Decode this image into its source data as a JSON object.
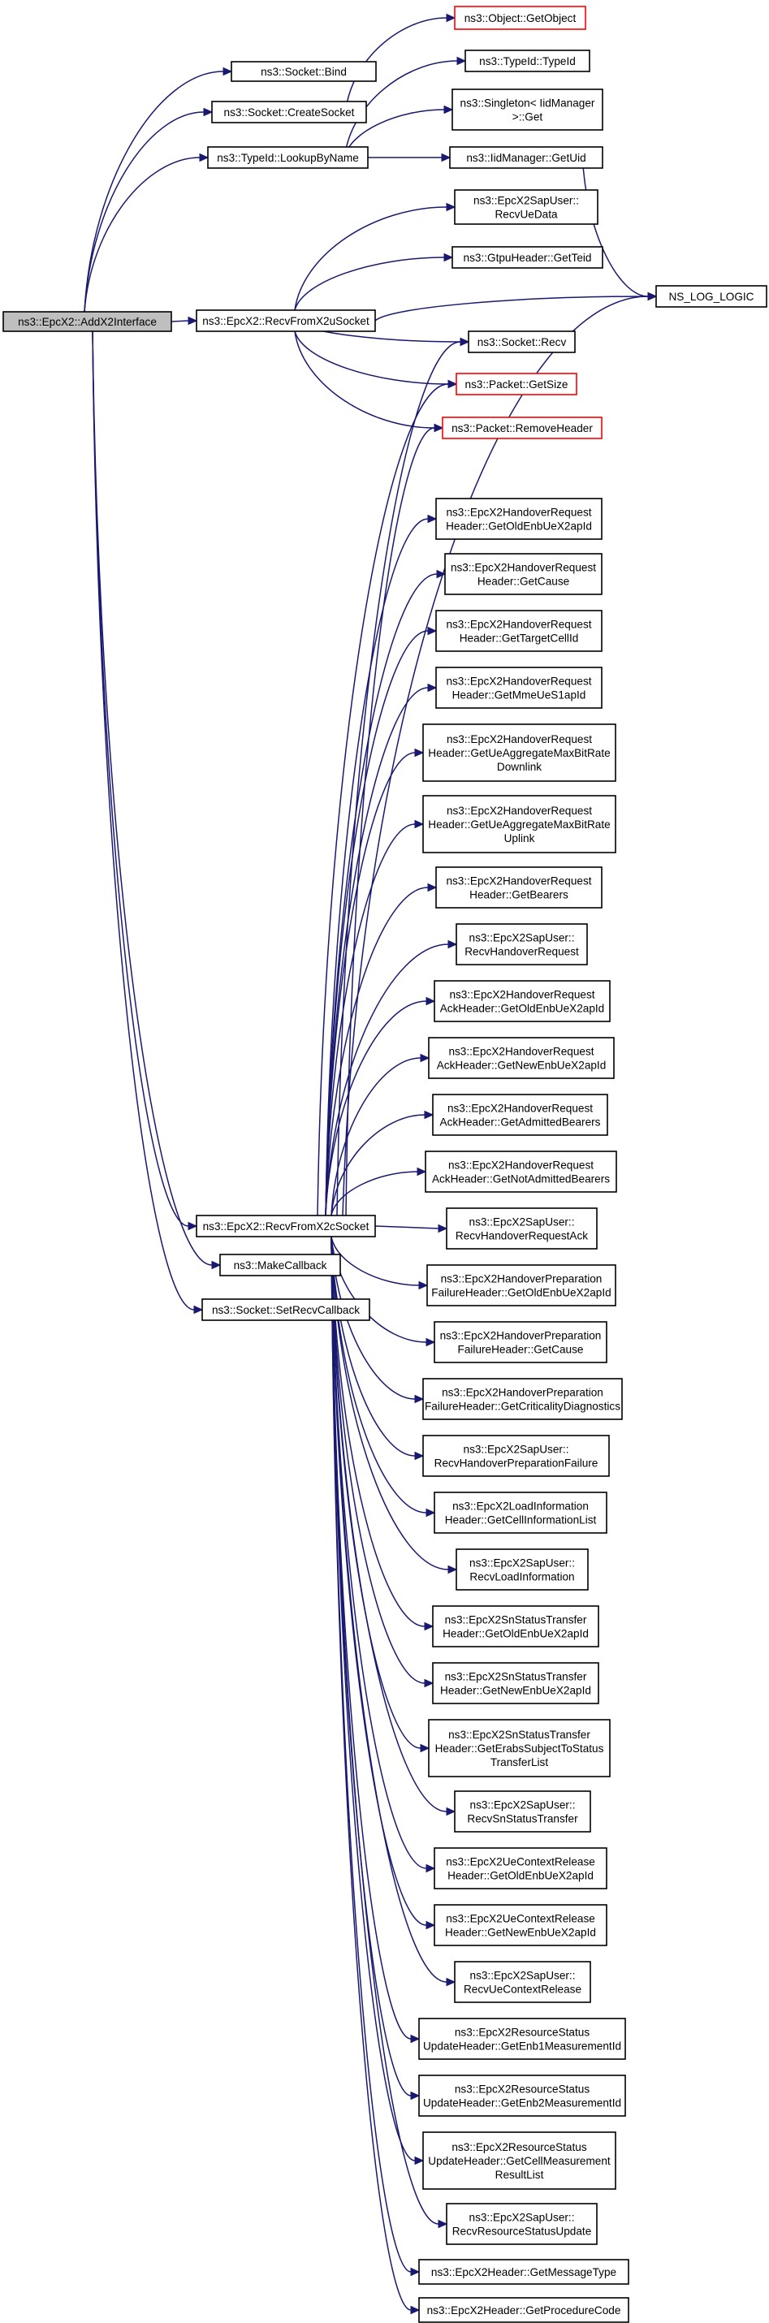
{
  "diagram": {
    "type": "call-graph",
    "root": "ns3::EpcX2::AddX2Interface",
    "colors": {
      "edge": "#191970",
      "root_fill": "#bfbfbf",
      "node_border": "#000000",
      "external_border": "#ff0000"
    },
    "nodes": [
      {
        "id": "root",
        "lines": [
          "ns3::EpcX2::AddX2Interface"
        ],
        "style": "root"
      },
      {
        "id": "getobject",
        "lines": [
          "ns3::Object::GetObject"
        ],
        "style": "red"
      },
      {
        "id": "bind",
        "lines": [
          "ns3::Socket::Bind"
        ],
        "style": "normal"
      },
      {
        "id": "createsocket",
        "lines": [
          "ns3::Socket::CreateSocket"
        ],
        "style": "normal"
      },
      {
        "id": "typeid",
        "lines": [
          "ns3::TypeId::TypeId"
        ],
        "style": "normal"
      },
      {
        "id": "singleton",
        "lines": [
          "ns3::Singleton< IidManager",
          " >::Get"
        ],
        "style": "normal"
      },
      {
        "id": "lookup",
        "lines": [
          "ns3::TypeId::LookupByName"
        ],
        "style": "normal"
      },
      {
        "id": "getuid",
        "lines": [
          "ns3::IidManager::GetUid"
        ],
        "style": "normal"
      },
      {
        "id": "recvuedata",
        "lines": [
          "ns3::EpcX2SapUser::",
          "RecvUeData"
        ],
        "style": "normal"
      },
      {
        "id": "gettied",
        "lines": [
          "ns3::GtpuHeader::GetTeid"
        ],
        "style": "normal"
      },
      {
        "id": "nslog",
        "lines": [
          "NS_LOG_LOGIC"
        ],
        "style": "normal"
      },
      {
        "id": "x2u",
        "lines": [
          "ns3::EpcX2::RecvFromX2uSocket"
        ],
        "style": "normal"
      },
      {
        "id": "recv",
        "lines": [
          "ns3::Socket::Recv"
        ],
        "style": "normal"
      },
      {
        "id": "getsize",
        "lines": [
          "ns3::Packet::GetSize"
        ],
        "style": "red"
      },
      {
        "id": "removeheader",
        "lines": [
          "ns3::Packet::RemoveHeader"
        ],
        "style": "red"
      },
      {
        "id": "n1",
        "lines": [
          "ns3::EpcX2HandoverRequest",
          "Header::GetOldEnbUeX2apId"
        ],
        "style": "normal"
      },
      {
        "id": "n2",
        "lines": [
          "ns3::EpcX2HandoverRequest",
          "Header::GetCause"
        ],
        "style": "normal"
      },
      {
        "id": "n3",
        "lines": [
          "ns3::EpcX2HandoverRequest",
          "Header::GetTargetCellId"
        ],
        "style": "normal"
      },
      {
        "id": "n4",
        "lines": [
          "ns3::EpcX2HandoverRequest",
          "Header::GetMmeUeS1apId"
        ],
        "style": "normal"
      },
      {
        "id": "n5",
        "lines": [
          "ns3::EpcX2HandoverRequest",
          "Header::GetUeAggregateMaxBitRate",
          "Downlink"
        ],
        "style": "normal"
      },
      {
        "id": "n6",
        "lines": [
          "ns3::EpcX2HandoverRequest",
          "Header::GetUeAggregateMaxBitRate",
          "Uplink"
        ],
        "style": "normal"
      },
      {
        "id": "n7",
        "lines": [
          "ns3::EpcX2HandoverRequest",
          "Header::GetBearers"
        ],
        "style": "normal"
      },
      {
        "id": "n8",
        "lines": [
          "ns3::EpcX2SapUser::",
          "RecvHandoverRequest"
        ],
        "style": "normal"
      },
      {
        "id": "n9",
        "lines": [
          "ns3::EpcX2HandoverRequest",
          "AckHeader::GetOldEnbUeX2apId"
        ],
        "style": "normal"
      },
      {
        "id": "n10",
        "lines": [
          "ns3::EpcX2HandoverRequest",
          "AckHeader::GetNewEnbUeX2apId"
        ],
        "style": "normal"
      },
      {
        "id": "n11",
        "lines": [
          "ns3::EpcX2HandoverRequest",
          "AckHeader::GetAdmittedBearers"
        ],
        "style": "normal"
      },
      {
        "id": "n12",
        "lines": [
          "ns3::EpcX2HandoverRequest",
          "AckHeader::GetNotAdmittedBearers"
        ],
        "style": "normal"
      },
      {
        "id": "x2c",
        "lines": [
          "ns3::EpcX2::RecvFromX2cSocket"
        ],
        "style": "normal"
      },
      {
        "id": "n13",
        "lines": [
          "ns3::EpcX2SapUser::",
          "RecvHandoverRequestAck"
        ],
        "style": "normal"
      },
      {
        "id": "makecb",
        "lines": [
          "ns3::MakeCallback"
        ],
        "style": "normal"
      },
      {
        "id": "n14",
        "lines": [
          "ns3::EpcX2HandoverPreparation",
          "FailureHeader::GetOldEnbUeX2apId"
        ],
        "style": "normal"
      },
      {
        "id": "setrecv",
        "lines": [
          "ns3::Socket::SetRecvCallback"
        ],
        "style": "normal"
      },
      {
        "id": "n15",
        "lines": [
          "ns3::EpcX2HandoverPreparation",
          "FailureHeader::GetCause"
        ],
        "style": "normal"
      },
      {
        "id": "n16",
        "lines": [
          "ns3::EpcX2HandoverPreparation",
          "FailureHeader::GetCriticalityDiagnostics"
        ],
        "style": "normal"
      },
      {
        "id": "n17",
        "lines": [
          "ns3::EpcX2SapUser::",
          "RecvHandoverPreparationFailure"
        ],
        "style": "normal"
      },
      {
        "id": "n18",
        "lines": [
          "ns3::EpcX2LoadInformation",
          "Header::GetCellInformationList"
        ],
        "style": "normal"
      },
      {
        "id": "n19",
        "lines": [
          "ns3::EpcX2SapUser::",
          "RecvLoadInformation"
        ],
        "style": "normal"
      },
      {
        "id": "n20",
        "lines": [
          "ns3::EpcX2SnStatusTransfer",
          "Header::GetOldEnbUeX2apId"
        ],
        "style": "normal"
      },
      {
        "id": "n21",
        "lines": [
          "ns3::EpcX2SnStatusTransfer",
          "Header::GetNewEnbUeX2apId"
        ],
        "style": "normal"
      },
      {
        "id": "n22",
        "lines": [
          "ns3::EpcX2SnStatusTransfer",
          "Header::GetErabsSubjectToStatus",
          "TransferList"
        ],
        "style": "normal"
      },
      {
        "id": "n23",
        "lines": [
          "ns3::EpcX2SapUser::",
          "RecvSnStatusTransfer"
        ],
        "style": "normal"
      },
      {
        "id": "n24",
        "lines": [
          "ns3::EpcX2UeContextRelease",
          "Header::GetOldEnbUeX2apId"
        ],
        "style": "normal"
      },
      {
        "id": "n25",
        "lines": [
          "ns3::EpcX2UeContextRelease",
          "Header::GetNewEnbUeX2apId"
        ],
        "style": "normal"
      },
      {
        "id": "n26",
        "lines": [
          "ns3::EpcX2SapUser::",
          "RecvUeContextRelease"
        ],
        "style": "normal"
      },
      {
        "id": "n27",
        "lines": [
          "ns3::EpcX2ResourceStatus",
          "UpdateHeader::GetEnb1MeasurementId"
        ],
        "style": "normal"
      },
      {
        "id": "n28",
        "lines": [
          "ns3::EpcX2ResourceStatus",
          "UpdateHeader::GetEnb2MeasurementId"
        ],
        "style": "normal"
      },
      {
        "id": "n29",
        "lines": [
          "ns3::EpcX2ResourceStatus",
          "UpdateHeader::GetCellMeasurement",
          "ResultList"
        ],
        "style": "normal"
      },
      {
        "id": "n30",
        "lines": [
          "ns3::EpcX2SapUser::",
          "RecvResourceStatusUpdate"
        ],
        "style": "normal"
      },
      {
        "id": "n31",
        "lines": [
          "ns3::EpcX2Header::GetMessageType"
        ],
        "style": "normal"
      },
      {
        "id": "n32",
        "lines": [
          "ns3::EpcX2Header::GetProcedureCode"
        ],
        "style": "normal"
      }
    ],
    "edges": [
      [
        "root",
        "bind"
      ],
      [
        "root",
        "createsocket"
      ],
      [
        "root",
        "lookup"
      ],
      [
        "root",
        "x2u"
      ],
      [
        "root",
        "x2c"
      ],
      [
        "root",
        "makecb"
      ],
      [
        "root",
        "setrecv"
      ],
      [
        "createsocket",
        "getobject"
      ],
      [
        "lookup",
        "typeid"
      ],
      [
        "lookup",
        "singleton"
      ],
      [
        "lookup",
        "getuid"
      ],
      [
        "getuid",
        "nslog"
      ],
      [
        "x2u",
        "recvuedata"
      ],
      [
        "x2u",
        "gettied"
      ],
      [
        "x2u",
        "nslog"
      ],
      [
        "x2u",
        "recv"
      ],
      [
        "x2u",
        "getsize"
      ],
      [
        "x2u",
        "removeheader"
      ],
      [
        "x2c",
        "nslog"
      ],
      [
        "x2c",
        "recv"
      ],
      [
        "x2c",
        "getsize"
      ],
      [
        "x2c",
        "removeheader"
      ],
      [
        "x2c",
        "n1"
      ],
      [
        "x2c",
        "n2"
      ],
      [
        "x2c",
        "n3"
      ],
      [
        "x2c",
        "n4"
      ],
      [
        "x2c",
        "n5"
      ],
      [
        "x2c",
        "n6"
      ],
      [
        "x2c",
        "n7"
      ],
      [
        "x2c",
        "n8"
      ],
      [
        "x2c",
        "n9"
      ],
      [
        "x2c",
        "n10"
      ],
      [
        "x2c",
        "n11"
      ],
      [
        "x2c",
        "n12"
      ],
      [
        "x2c",
        "n13"
      ],
      [
        "x2c",
        "n14"
      ],
      [
        "x2c",
        "n15"
      ],
      [
        "x2c",
        "n16"
      ],
      [
        "x2c",
        "n17"
      ],
      [
        "x2c",
        "n18"
      ],
      [
        "x2c",
        "n19"
      ],
      [
        "x2c",
        "n20"
      ],
      [
        "x2c",
        "n21"
      ],
      [
        "x2c",
        "n22"
      ],
      [
        "x2c",
        "n23"
      ],
      [
        "x2c",
        "n24"
      ],
      [
        "x2c",
        "n25"
      ],
      [
        "x2c",
        "n26"
      ],
      [
        "x2c",
        "n27"
      ],
      [
        "x2c",
        "n28"
      ],
      [
        "x2c",
        "n29"
      ],
      [
        "x2c",
        "n30"
      ],
      [
        "x2c",
        "n31"
      ],
      [
        "x2c",
        "n32"
      ]
    ]
  }
}
